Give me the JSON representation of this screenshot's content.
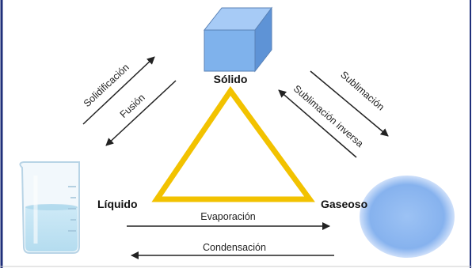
{
  "diagram": {
    "states": {
      "solid": "Sólido",
      "liquid": "Líquido",
      "gas": "Gaseoso"
    },
    "transitions": {
      "solidification": "Solidificación",
      "fusion": "Fusión",
      "sublimation": "Sublimación",
      "inverse_sublimation": "Sublimación inversa",
      "evaporation": "Evaporación",
      "condensation": "Condensación"
    },
    "icons": {
      "solid": "blue-cube-icon",
      "liquid": "beaker-icon",
      "gas": "blue-sphere-icon"
    },
    "colors": {
      "triangle": "#f2c200",
      "cube": "#7fb2ec",
      "sphere": "#8db6f0",
      "frame_border": "#1f2f7a",
      "arrow": "#222222"
    }
  }
}
